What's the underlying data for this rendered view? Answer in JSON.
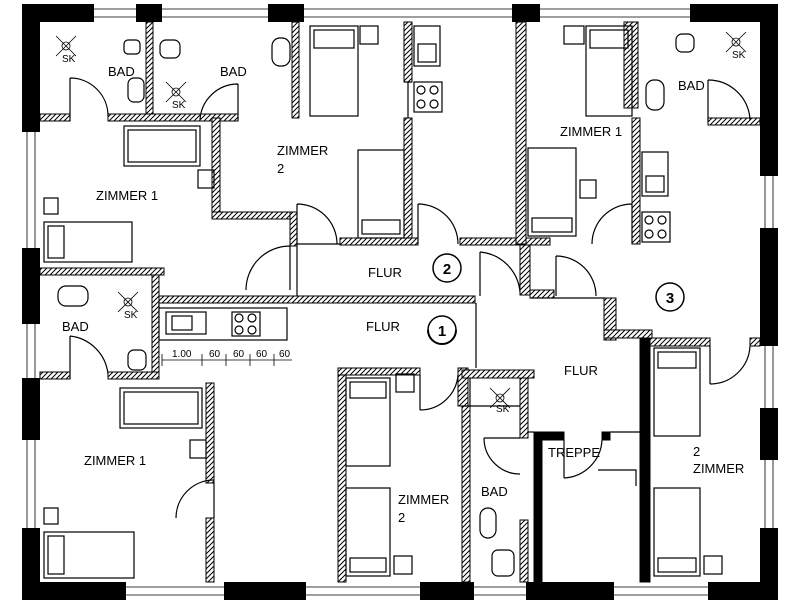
{
  "rooms": {
    "bad_tl1": "BAD",
    "bad_tl2": "BAD",
    "bad_tr": "BAD",
    "bad_ml": "BAD",
    "bad_bc": "BAD",
    "zimmer_tl": "ZIMMER 1",
    "zimmer_tc_a": "ZIMMER",
    "zimmer_tc_b": "2",
    "zimmer_tr": "ZIMMER 1",
    "zimmer_bl": "ZIMMER 1",
    "zimmer_bc_a": "ZIMMER",
    "zimmer_bc_b": "2",
    "zimmer_br_a": "2",
    "zimmer_br_b": "ZIMMER",
    "flur_top": "FLUR",
    "flur_mid": "FLUR",
    "flur_right": "FLUR",
    "treppe": "TREPPE"
  },
  "units": {
    "u1": "1",
    "u2": "2",
    "u3": "3"
  },
  "fixtures": {
    "sk_label": "SK"
  },
  "dimensions": [
    "1.00",
    "60",
    "60",
    "60",
    "60"
  ]
}
